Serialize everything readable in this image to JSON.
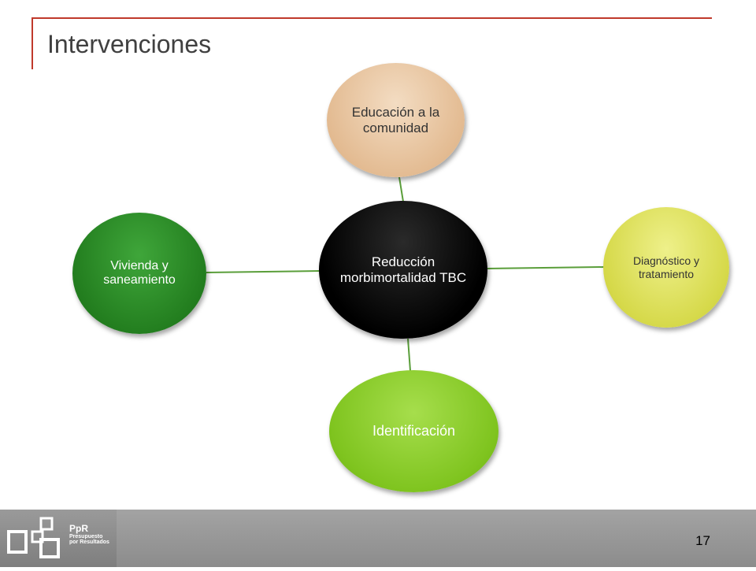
{
  "slide": {
    "title": "Intervenciones",
    "page_number": "17"
  },
  "diagram": {
    "center": "Reducción morbimortalidad TBC",
    "nodes": {
      "top": "Educación a la comunidad",
      "right": "Diagnóstico y tratamiento",
      "bottom": "Identificación",
      "left": "Vivienda y saneamiento"
    }
  },
  "logo": {
    "name": "PpR",
    "subtitle_line1": "Presupuesto",
    "subtitle_line2": "por Resultados"
  },
  "colors": {
    "accent": "#c0392b",
    "connector": "#5a9e3a",
    "center": "#000000",
    "top": "#e2b98f",
    "right": "#d6d94a",
    "bottom": "#7fc41f",
    "left": "#237e1f"
  }
}
